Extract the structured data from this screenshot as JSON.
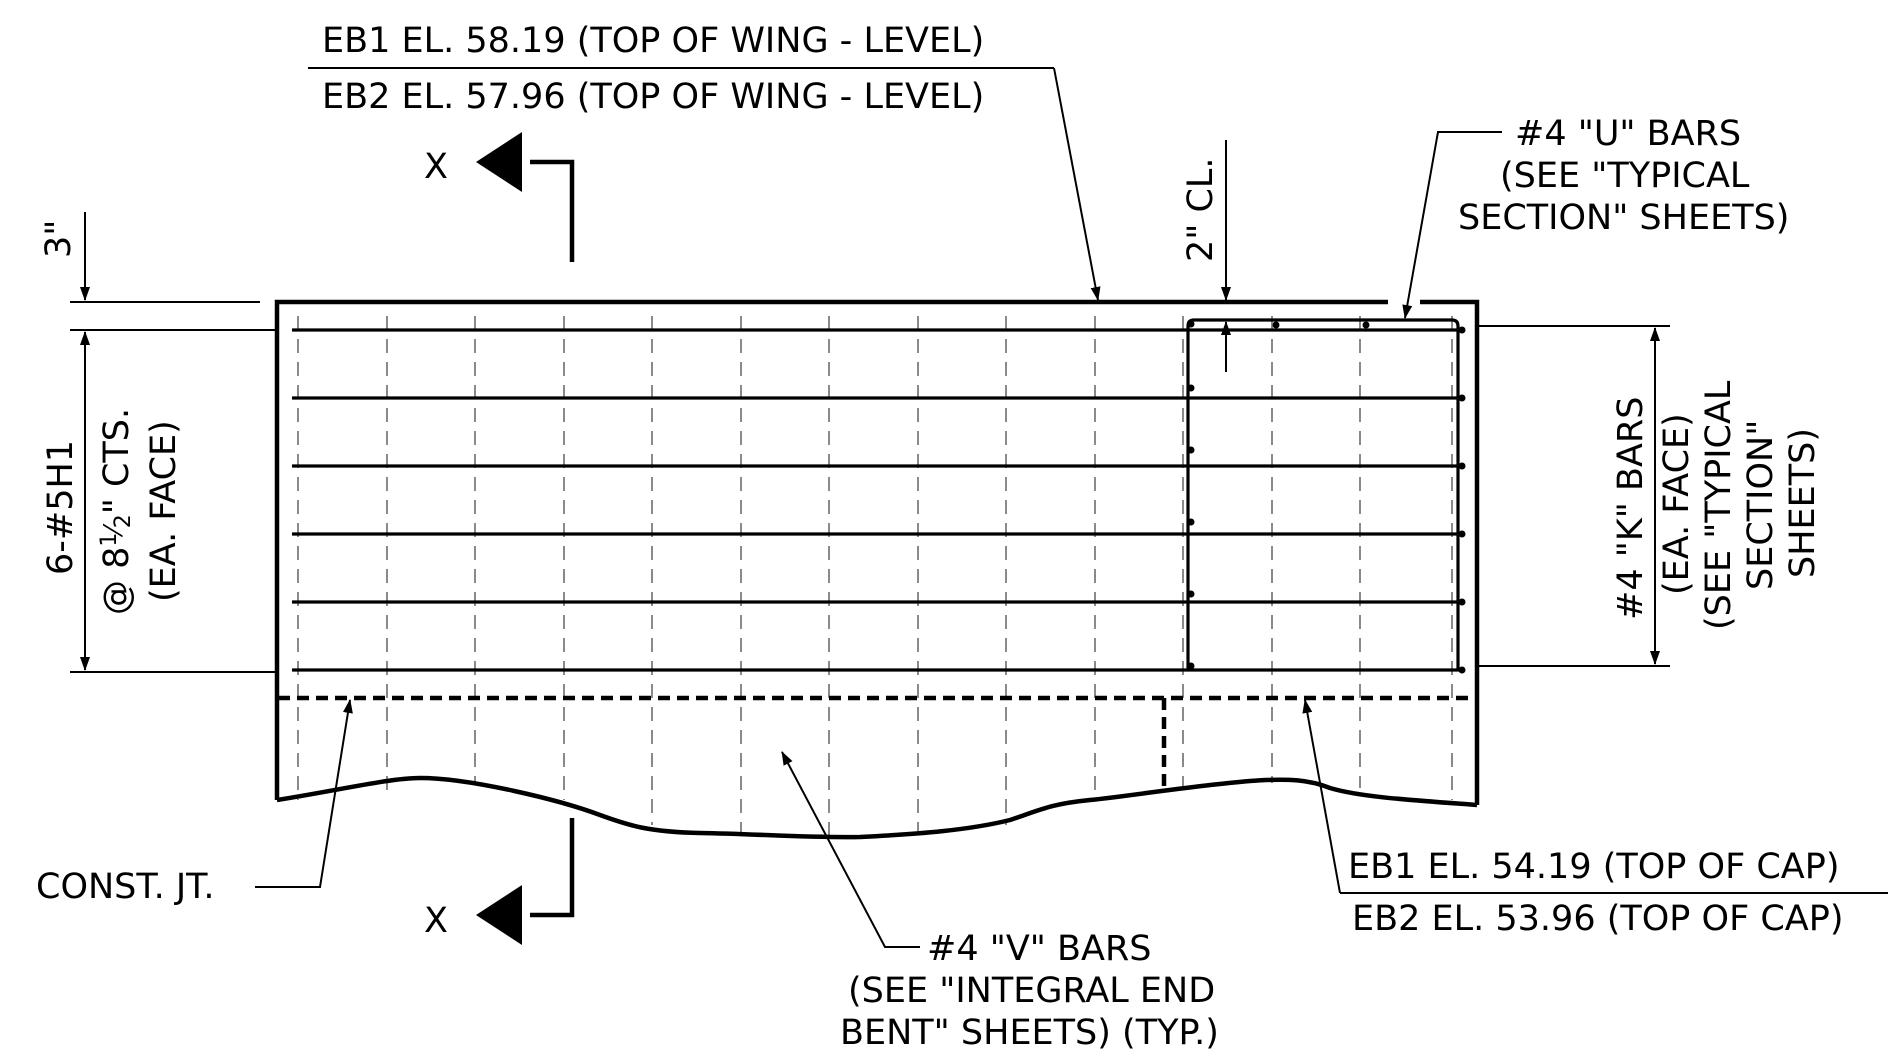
{
  "labels": {
    "wing_el_eb1": "EB1 EL. 58.19 (TOP OF WING - LEVEL)",
    "wing_el_eb2": "EB2 EL. 57.96 (TOP OF WING - LEVEL)",
    "section_mark_top": "X",
    "section_mark_bottom": "X",
    "clear_cover": "2\" CL.",
    "u_bars_line1": "#4 \"U\" BARS",
    "u_bars_line2": "(SEE \"TYPICAL",
    "u_bars_line3": "SECTION\" SHEETS)",
    "top_dim": "3\"",
    "h1_line1": "6-#5H1",
    "h1_line2_prefix": "@ 8",
    "h1_frac_num": "1",
    "h1_frac_den": "2",
    "h1_line2_suffix": "\" CTS.",
    "h1_line3": "(EA. FACE)",
    "k_bars_line1": "#4 \"K\" BARS",
    "k_bars_line2": "(EA. FACE)",
    "k_bars_line3": "(SEE \"TYPICAL",
    "k_bars_line4": "SECTION\"",
    "k_bars_line5": "SHEETS)",
    "const_jt": "CONST. JT.",
    "cap_el_eb1": "EB1 EL. 54.19 (TOP OF CAP)",
    "cap_el_eb2": "EB2 EL. 53.96 (TOP OF CAP)",
    "v_bars_line1": "#4 \"V\" BARS",
    "v_bars_line2": "(SEE \"INTEGRAL END",
    "v_bars_line3": "BENT\" SHEETS) (TYP.)"
  }
}
